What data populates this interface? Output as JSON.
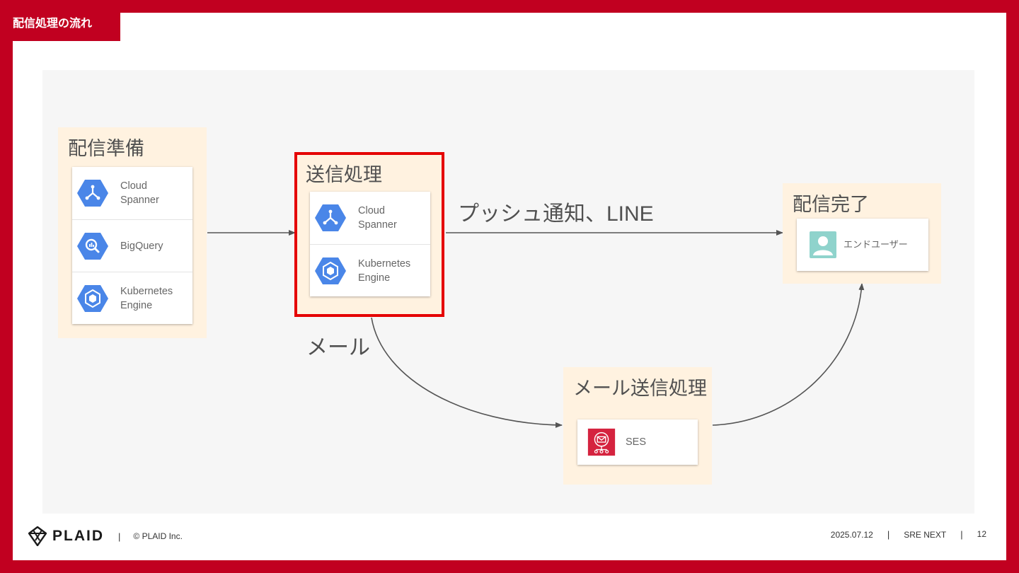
{
  "header": {
    "title": "配信処理の流れ"
  },
  "diagram": {
    "groups": {
      "prep": {
        "title": "配信準備",
        "items": [
          {
            "icon": "cloud-spanner-icon",
            "label_line1": "Cloud",
            "label_line2": "Spanner"
          },
          {
            "icon": "bigquery-icon",
            "label_line1": "BigQuery",
            "label_line2": ""
          },
          {
            "icon": "kubernetes-engine-icon",
            "label_line1": "Kubernetes",
            "label_line2": "Engine"
          }
        ]
      },
      "send": {
        "title": "送信処理",
        "items": [
          {
            "icon": "cloud-spanner-icon",
            "label_line1": "Cloud",
            "label_line2": "Spanner"
          },
          {
            "icon": "kubernetes-engine-icon",
            "label_line1": "Kubernetes",
            "label_line2": "Engine"
          }
        ]
      },
      "done": {
        "title": "配信完了",
        "items": [
          {
            "icon": "end-user-icon",
            "label_line1": "エンドユーザー",
            "label_line2": ""
          }
        ]
      },
      "mail": {
        "title": "メール送信処理",
        "items": [
          {
            "icon": "ses-icon",
            "label_line1": "SES",
            "label_line2": ""
          }
        ]
      }
    },
    "edge_labels": {
      "push": "プッシュ通知、LINE",
      "mail": "メール"
    },
    "colors": {
      "gcp_blue": "#4a86e8",
      "ses_red": "#d5233f",
      "user_teal": "#8fd3cc",
      "highlight": "#e50000",
      "brand_red": "#c10020"
    }
  },
  "footer": {
    "logo_text": "PLAID",
    "separator": "|",
    "copyright": "© PLAID Inc.",
    "date": "2025.07.12",
    "event": "SRE NEXT",
    "page_number": "12"
  }
}
